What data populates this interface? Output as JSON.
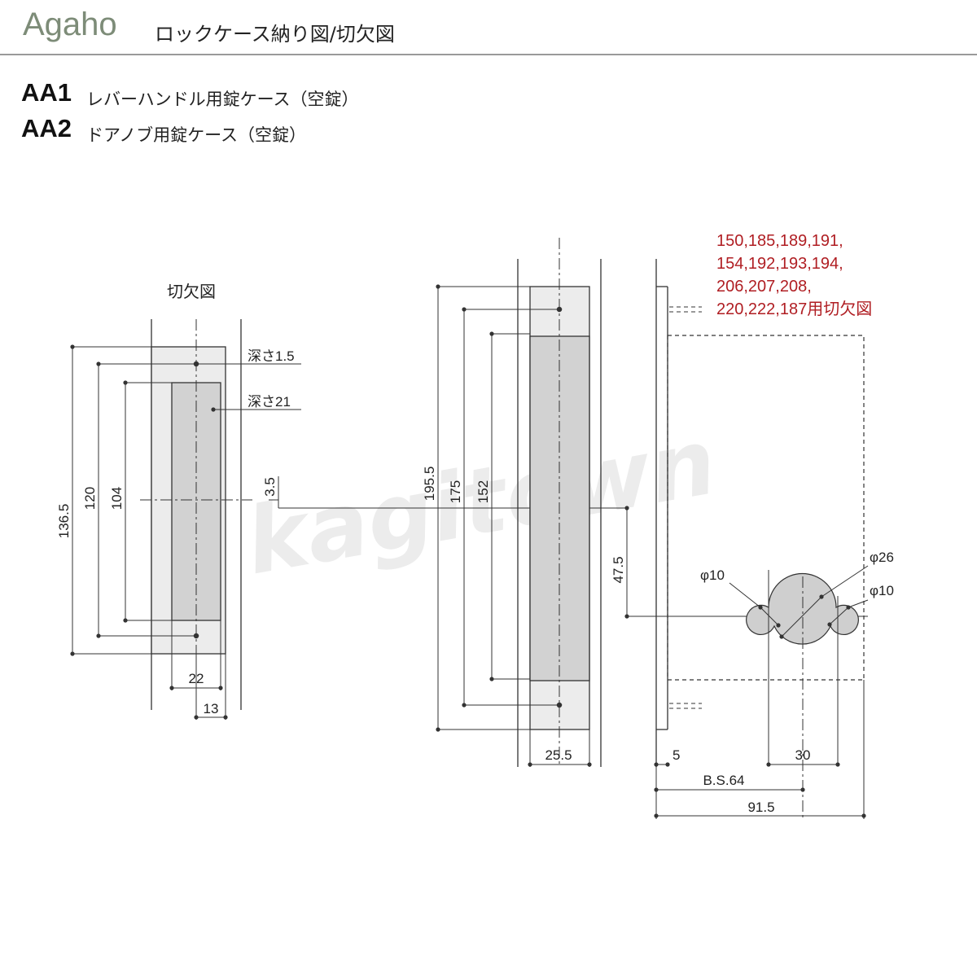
{
  "header": {
    "brand": "Agaho",
    "subtitle": "ロックケース納り図/切欠図"
  },
  "models": [
    {
      "code": "AA1",
      "description": "レバーハンドル用錠ケース（空錠）"
    },
    {
      "code": "AA2",
      "description": "ドアノブ用錠ケース（空錠）"
    }
  ],
  "watermark": "kagitown",
  "cutout": {
    "title": "切欠図",
    "depth_faceplate": "深さ1.5",
    "depth_case": "深さ21",
    "dims": {
      "overall": "136.5",
      "screw_pitch": "120",
      "case_height": "104",
      "offset": "3.5",
      "case_width": "22",
      "half_width": "13"
    }
  },
  "front_view": {
    "dims": {
      "faceplate_height": "195.5",
      "screw_pitch": "175",
      "case_height": "152",
      "faceplate_width": "25.5"
    }
  },
  "side_view": {
    "note_lines": [
      "150,185,189,191,",
      "154,192,193,194,",
      "206,207,208,",
      "220,222,187用切欠図"
    ],
    "dims": {
      "hub_offset": "47.5",
      "phi_left": "φ10",
      "phi_center": "φ26",
      "phi_right": "φ10",
      "faceplate_thk": "5",
      "spindle_spacing": "30",
      "backset": "B.S.64",
      "overall_depth": "91.5"
    }
  },
  "colors": {
    "line": "#333333",
    "fill_light": "#e9e9e9",
    "fill_mid": "#d3d3d3",
    "note_red": "#b01e23",
    "brand_green": "#7d8c78",
    "rule": "#9a9a9a"
  }
}
